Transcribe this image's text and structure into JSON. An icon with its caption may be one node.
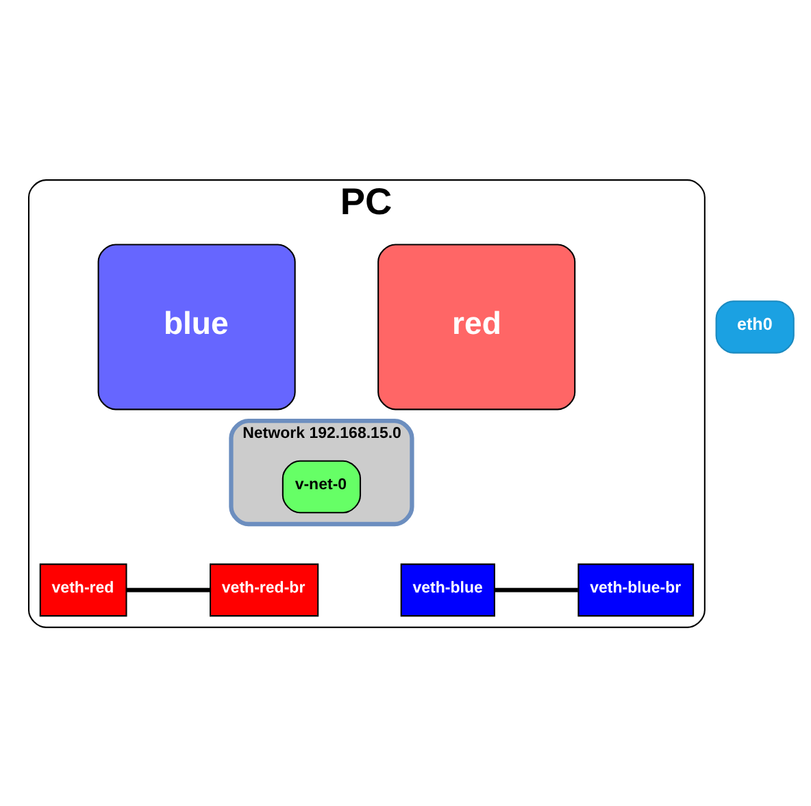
{
  "diagram": {
    "nodes": [
      {
        "text": [
          "PC"
        ]
      },
      {
        "text": [
          "red"
        ],
        "in": 0
      },
      {
        "text": [
          "blue"
        ],
        "in": 0
      },
      {
        "text": [
          "Network 192.168.15.0"
        ],
        "in": 0
      },
      {
        "text": [
          "v-net-0"
        ],
        "in": 3
      },
      {
        "text": [
          "eth0"
        ]
      },
      {
        "text": [
          "veth-red"
        ],
        "in": 0
      },
      {
        "text": [
          "veth-red-br"
        ],
        "in": 0
      },
      {
        "text": [
          "veth-blue"
        ],
        "in": 0
      },
      {
        "text": [
          "veth-blue-br"
        ],
        "in": 0
      }
    ],
    "edges": [
      {
        "from": 6,
        "to": 7,
        "arrow": "none"
      },
      {
        "from": 8,
        "to": 9,
        "arrow": "none"
      }
    ]
  }
}
